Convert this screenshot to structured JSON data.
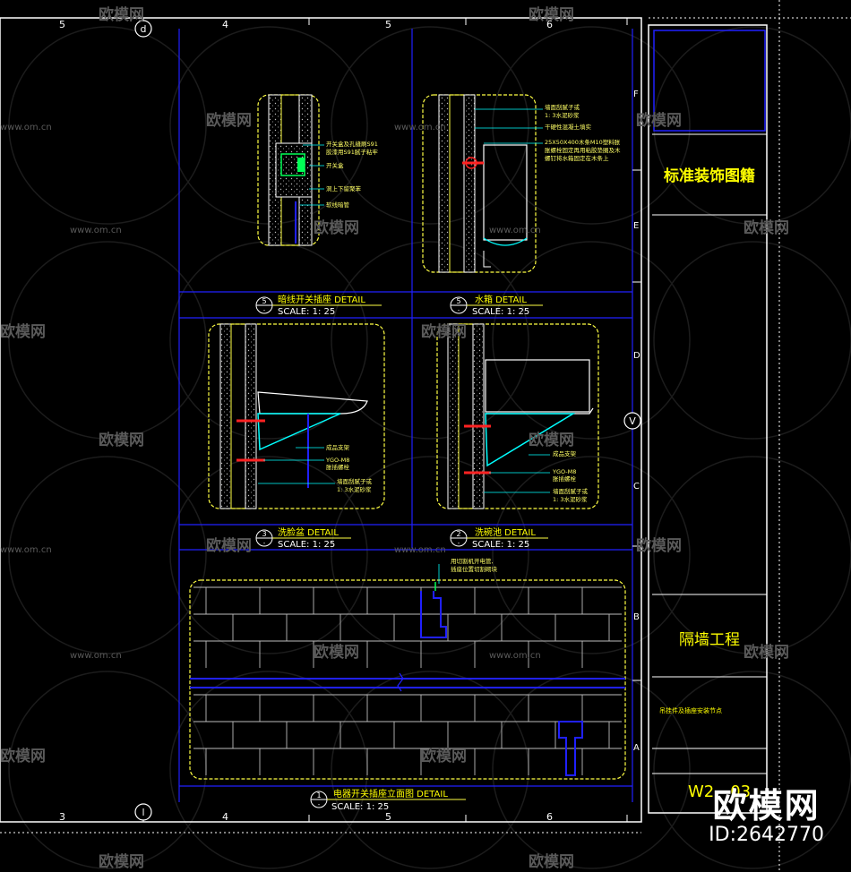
{
  "grid": {
    "top_labels": [
      "5",
      "4",
      "5",
      "6"
    ],
    "bottom_labels": [
      "3",
      "4",
      "5",
      "6"
    ],
    "row_labels": [
      "F",
      "E",
      "D",
      "C",
      "B",
      "A"
    ],
    "axis_top": "d",
    "axis_bottom": "l",
    "axis_side": "V"
  },
  "details": [
    {
      "num": "5",
      "sub": "-",
      "title": "暗线开关插座   DETAIL",
      "scale": "SCALE: 1: 25",
      "notes": [
        "开关盒及孔缝刷S91",
        "胶漆用S91腻子粘牢",
        "开关盒",
        "洞上下留聚苯",
        "软线暗管"
      ]
    },
    {
      "num": "5",
      "sub": "-",
      "title": "水箱   DETAIL",
      "scale": "SCALE: 1: 25",
      "notes": [
        "墙面刮腻子或",
        "1: 3水泥砂浆",
        "干硬性混凝土填实",
        "25X50X400木条M10塑料胀",
        "胀螺栓固定再用粘胶垫圈及木",
        "螺钉将水箱固定在木条上"
      ]
    },
    {
      "num": "3",
      "sub": "-",
      "title": "洗脸盆   DETAIL",
      "scale": "SCALE: 1: 25",
      "notes": [
        "成品支架",
        "YGO-M8",
        "胀插螺栓",
        "墙面刮腻子或",
        "1: 3水泥砂浆"
      ]
    },
    {
      "num": "2",
      "sub": "-",
      "title": "洗碗池   DETAIL",
      "scale": "SCALE: 1: 25",
      "notes": [
        "成品支架",
        "YGO-M8",
        "胀插螺栓",
        "墙面刮腻子或",
        "1: 3水泥砂浆"
      ]
    },
    {
      "num": "1",
      "sub": "-",
      "title": "电器开关插座立面图   DETAIL",
      "scale": "SCALE: 1: 25",
      "notes": [
        "用切割机开电管,",
        "插座位置切割砌块"
      ]
    }
  ],
  "title_block": {
    "series": "标准装饰图籍",
    "project": "隔墙工程",
    "sheet_desc": "吊挂件及插座安装节点",
    "sheet_no": "W2 - 03"
  },
  "watermark": {
    "brand": "欧模网",
    "url": "www.om.cn",
    "logo_text": "欧模网",
    "id_text": "ID:2642770"
  },
  "colors": {
    "background": "#000000",
    "frame": "#ffffff",
    "grid_blue": "#2020ff",
    "detail_yellow": "#ffff44",
    "text_yellow": "#ffff00",
    "note_cyan": "#00ffff",
    "green": "#00ff55",
    "marker_red": "#ff2222",
    "watermark": "#5a5a5a"
  }
}
